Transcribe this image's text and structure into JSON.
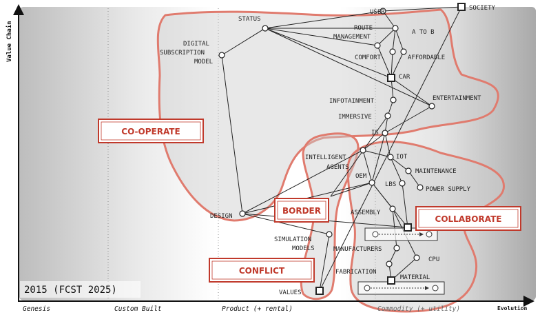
{
  "axes": {
    "y_label": "Value Chain",
    "x_label": "Evolution",
    "stages": [
      "Genesis",
      "Custom Built",
      "Product (+ rental)",
      "Commodity (+ utility)"
    ]
  },
  "year_label": "2015 (FCST 2025)",
  "regions": {
    "cooperate": "CO-OPERATE",
    "border": "BORDER",
    "collaborate": "COLLABORATE",
    "conflict": "CONFLICT"
  },
  "nodes": {
    "user": "USER",
    "society": "SOCIETY",
    "status": "STATUS",
    "digital_subscription": [
      "DIGITAL",
      "SUBSCRIPTION",
      "MODEL"
    ],
    "route_management": [
      "ROUTE",
      "MANAGEMENT"
    ],
    "a_to_b": "A TO B",
    "comfort": "COMFORT",
    "affordable": "AFFORDABLE",
    "car": "CAR",
    "infotainment": "INFOTAINMENT",
    "entertainment": "ENTERTAINMENT",
    "immersive": "IMMERSIVE",
    "is": "IS",
    "intelligent_agents": [
      "INTELLIGENT",
      "AGENTS"
    ],
    "iot": "IOT",
    "oem": "OEM",
    "maintenance": "MAINTENANCE",
    "lbs": "LBS",
    "power_supply": "POWER SUPPLY",
    "assembly": "ASSEMBLY",
    "design": "DESIGN",
    "simulation_models": [
      "SIMULATION",
      "MODELS"
    ],
    "manufacturers": "MANUFACTURERS",
    "cpu": "CPU",
    "fabrication": "FABRICATION",
    "material": "MATERIAL",
    "values": "VALUES"
  },
  "colors": {
    "region_stroke": "#e07b6e",
    "region_fill": "rgba(200,200,200,0.35)",
    "box_stroke": "#c0392b",
    "box_text": "#c0392b"
  }
}
